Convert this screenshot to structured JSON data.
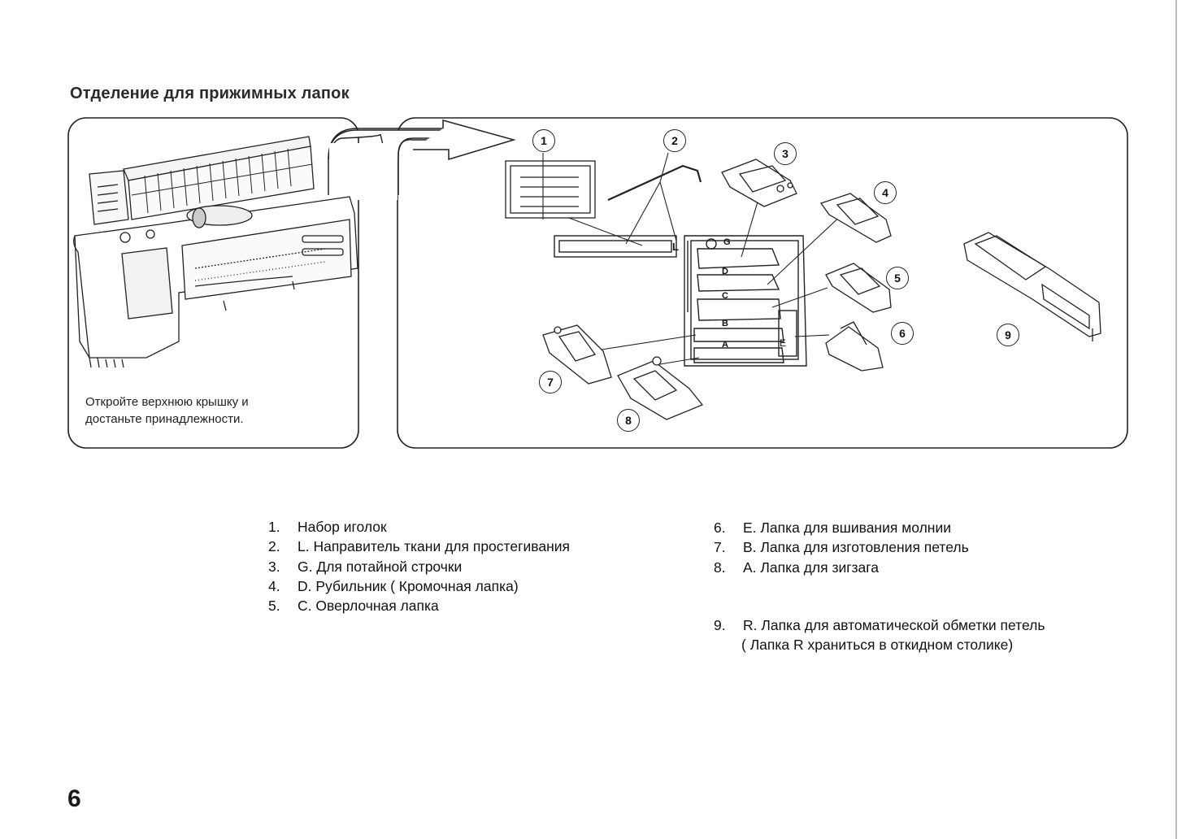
{
  "section_title": "Отделение для прижимных лапок",
  "caption": {
    "line1": "Откройте верхнюю крышку и",
    "line2": "достаньте принадлежности."
  },
  "callouts": [
    "1",
    "2",
    "3",
    "4",
    "5",
    "6",
    "7",
    "8",
    "9"
  ],
  "tray_letters": [
    "L",
    "G",
    "D",
    "C",
    "B",
    "A",
    "E"
  ],
  "accessories": [
    {
      "num": "1.",
      "text": "Набор иголок"
    },
    {
      "num": "2.",
      "text": "L. Направитель ткани  для простегивания"
    },
    {
      "num": "3.",
      "text": "G. Для потайной строчки"
    },
    {
      "num": "4.",
      "text": "D. Рубильник ( Кромочная  лапка)"
    },
    {
      "num": "5.",
      "text": "C. Оверлочная лапка"
    },
    {
      "num": "6.",
      "text": "E. Лапка для вшивания  молнии"
    },
    {
      "num": "7.",
      "text": "B. Лапка для изготовления петель"
    },
    {
      "num": "8.",
      "text": "A. Лапка для зигзага"
    },
    {
      "num": "9.",
      "text": "R. Лапка для автоматической обметки петель",
      "note": "( Лапка R храниться в откидном столике)"
    }
  ],
  "page_number": "6"
}
